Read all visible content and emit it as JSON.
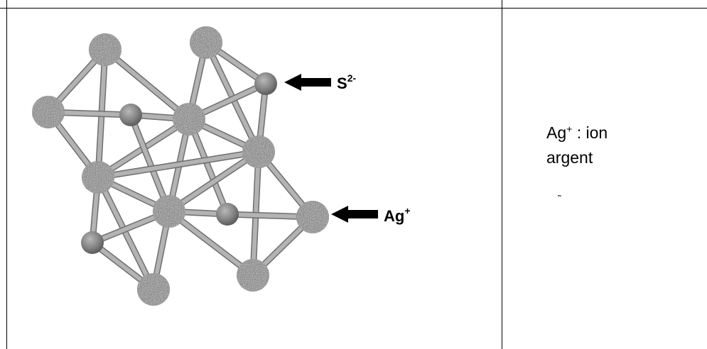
{
  "diagram": {
    "label_sulfide": "S",
    "label_sulfide_charge": "2-",
    "label_silver": "Ag",
    "label_silver_charge": "+",
    "colors": {
      "bond": "#b3b3b3",
      "bond_edge": "#6f6f6f",
      "silver_atom": "#707070",
      "sulfide_atom": "#8a8a8a",
      "arrow": "#000000",
      "table_rule": "#000000"
    }
  },
  "legend": {
    "silver_symbol": "Ag",
    "silver_charge": "+",
    "silver_text": " : ion",
    "silver_text_2": "argent",
    "fragment": "˜"
  }
}
